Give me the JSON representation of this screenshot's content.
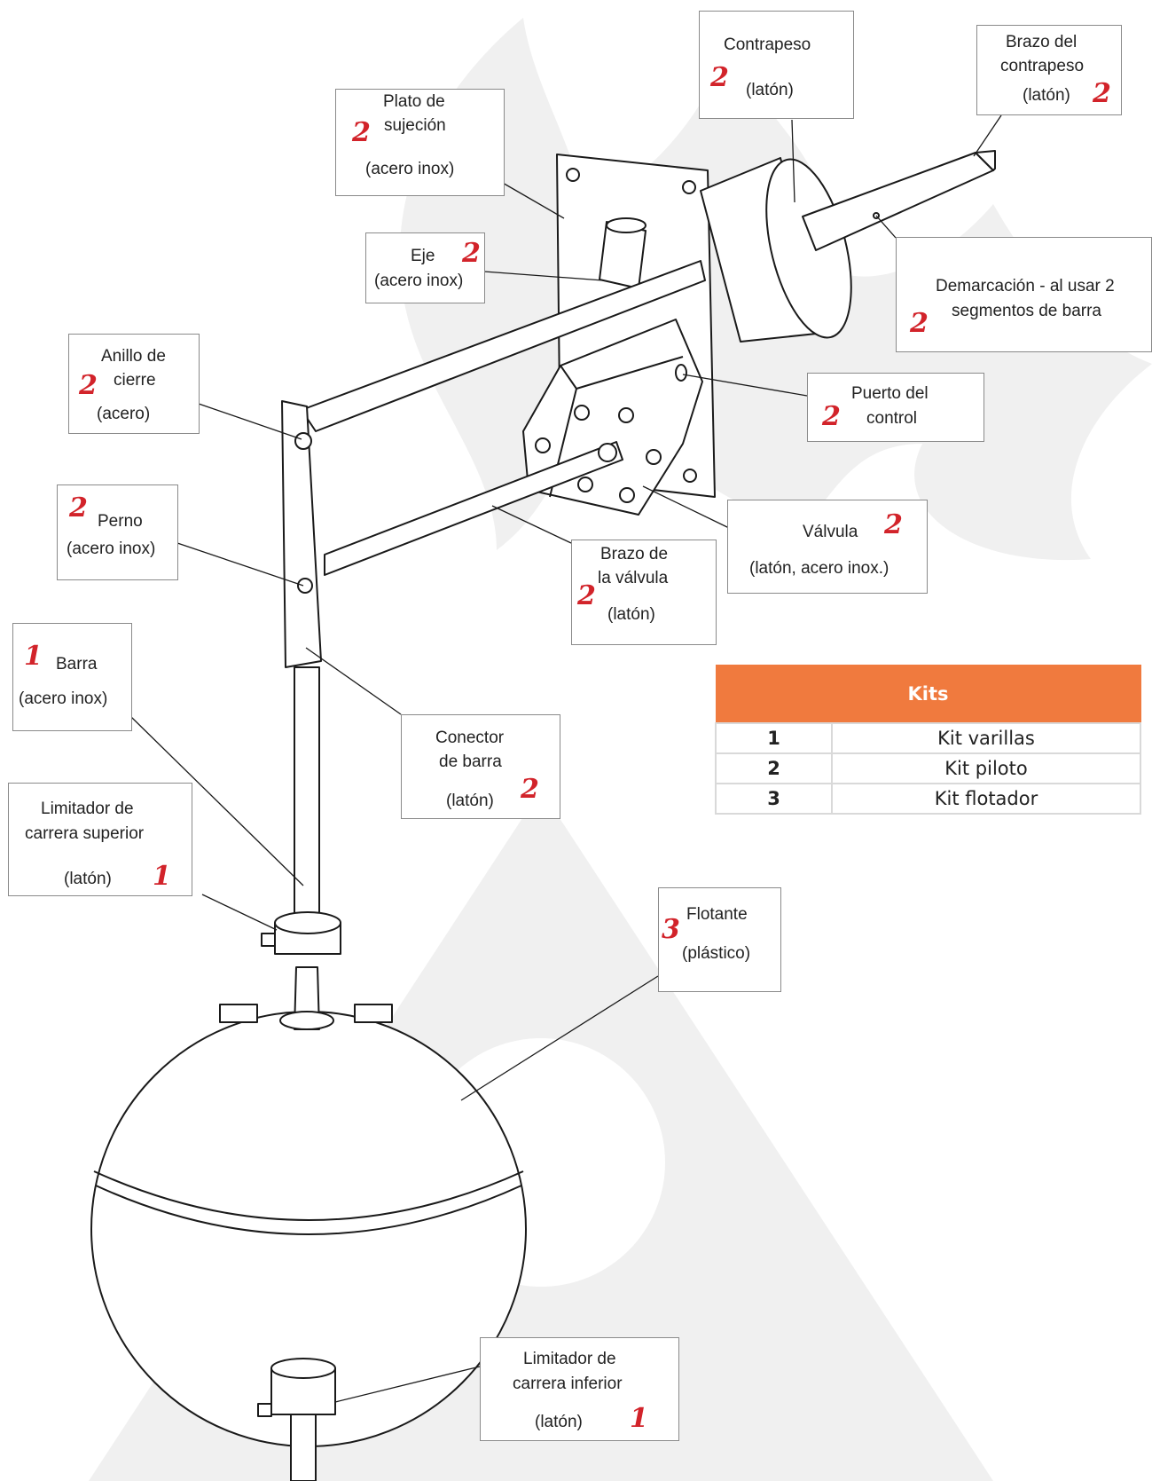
{
  "callouts": [
    {
      "id": "contrapeso",
      "lines": [
        "Contrapeso",
        "(latón)"
      ],
      "kit": "2"
    },
    {
      "id": "brazo-contrapeso",
      "lines": [
        "Brazo del",
        "contrapeso",
        "(latón)"
      ],
      "kit": "2"
    },
    {
      "id": "plato-sujecion",
      "lines": [
        "Plato de",
        "sujeción",
        "(acero inox)"
      ],
      "kit": "2"
    },
    {
      "id": "eje",
      "lines": [
        "Eje",
        "(acero inox)"
      ],
      "kit": "2"
    },
    {
      "id": "demarcacion",
      "lines": [
        "Demarcación - al usar 2",
        "segmentos de barra"
      ],
      "kit": "2"
    },
    {
      "id": "anillo-cierre",
      "lines": [
        "Anillo de",
        "cierre",
        "(acero)"
      ],
      "kit": "2"
    },
    {
      "id": "puerto-control",
      "lines": [
        "Puerto del",
        "control"
      ],
      "kit": "2"
    },
    {
      "id": "perno",
      "lines": [
        "Perno",
        "(acero inox)"
      ],
      "kit": "2"
    },
    {
      "id": "valvula",
      "lines": [
        "Válvula",
        "(latón, acero inox.)"
      ],
      "kit": "2"
    },
    {
      "id": "brazo-valvula",
      "lines": [
        "Brazo de",
        "la válvula",
        "(latón)"
      ],
      "kit": "2"
    },
    {
      "id": "barra",
      "lines": [
        "Barra",
        "(acero inox)"
      ],
      "kit": "1"
    },
    {
      "id": "conector-barra",
      "lines": [
        "Conector",
        "de barra",
        "(latón)"
      ],
      "kit": "2"
    },
    {
      "id": "limitador-superior",
      "lines": [
        "Limitador de",
        "carrera superior",
        "(latón)"
      ],
      "kit": "1"
    },
    {
      "id": "flotante",
      "lines": [
        "Flotante",
        "(plástico)"
      ],
      "kit": "3"
    },
    {
      "id": "limitador-inferior",
      "lines": [
        "Limitador de",
        "carrera inferior",
        "(latón)"
      ],
      "kit": "1"
    }
  ],
  "kits_table": {
    "header": "Kits",
    "rows": [
      {
        "num": "1",
        "name": "Kit varillas"
      },
      {
        "num": "2",
        "name": "Kit piloto"
      },
      {
        "num": "3",
        "name": "Kit flotador"
      }
    ]
  },
  "colors": {
    "accent": "#f07a3e",
    "kit_number": "#d2232a",
    "watermark": "#eeeeee"
  }
}
